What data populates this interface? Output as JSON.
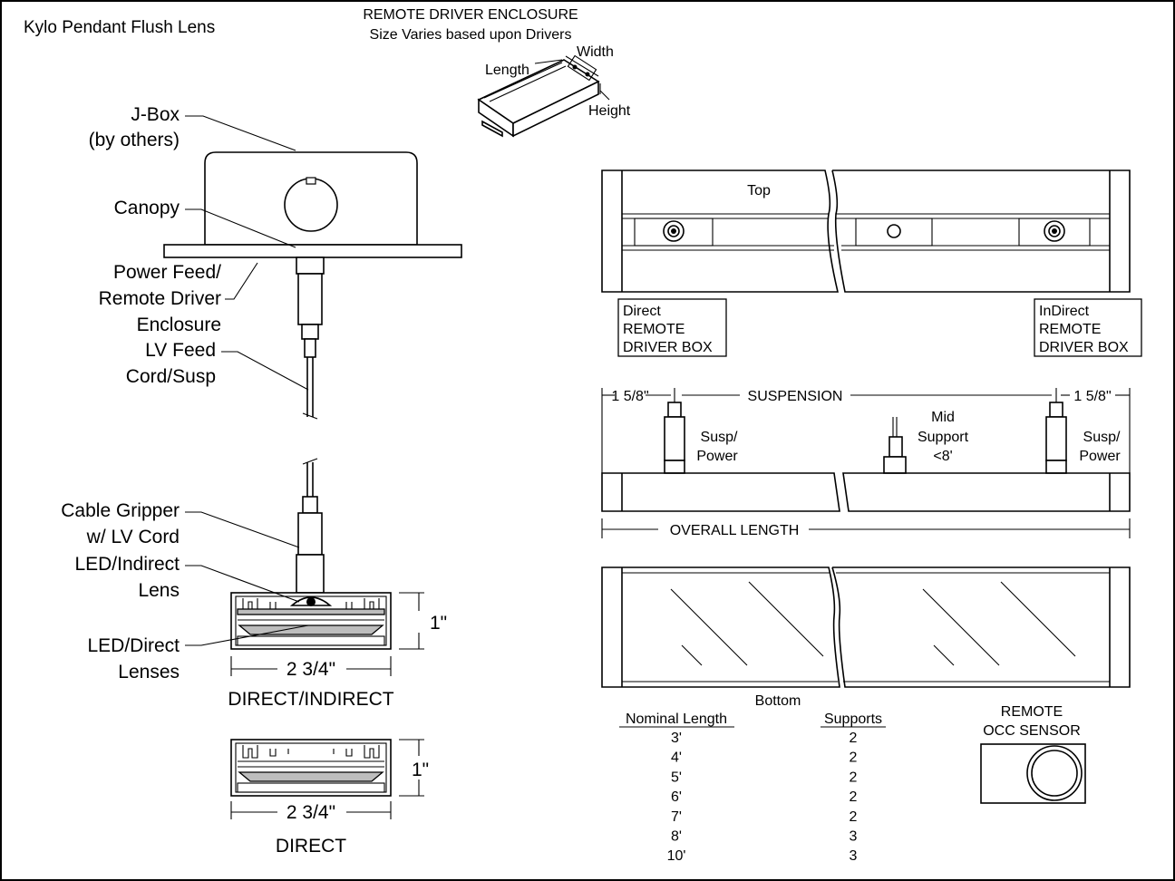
{
  "title": "Kylo Pendant Flush Lens",
  "enclosure": {
    "heading": "REMOTE DRIVER ENCLOSURE",
    "subheading": "Size Varies based upon Drivers",
    "length": "Length",
    "width": "Width",
    "height": "Height"
  },
  "callouts": {
    "jbox_1": "J-Box",
    "jbox_2": "(by others)",
    "canopy": "Canopy",
    "power_1": "Power Feed/",
    "power_2": "Remote Driver",
    "power_3": "Enclosure",
    "lv_1": "LV Feed",
    "lv_2": "Cord/Susp",
    "gripper_1": "Cable Gripper",
    "gripper_2": "w/ LV Cord",
    "indirect_1": "LED/Indirect",
    "indirect_2": "Lens",
    "direct_1": "LED/Direct",
    "direct_2": "Lenses"
  },
  "sections": {
    "di_width": "2 3/4\"",
    "di_height": "1\"",
    "di_label": "DIRECT/INDIRECT",
    "d_width": "2 3/4\"",
    "d_height": "1\"",
    "d_label": "DIRECT"
  },
  "top_view": {
    "label": "Top",
    "direct_box_1": "Direct",
    "direct_box_2": "REMOTE",
    "direct_box_3": "DRIVER BOX",
    "indirect_box_1": "InDirect",
    "indirect_box_2": "REMOTE",
    "indirect_box_3": "DRIVER BOX"
  },
  "side_view": {
    "dim_left": "1 5/8\"",
    "dim_mid": "SUSPENSION",
    "dim_right": "1 5/8\"",
    "susp_left_1": "Susp/",
    "susp_left_2": "Power",
    "mid_1": "Mid",
    "mid_2": "Support",
    "mid_3": "<8'",
    "susp_right_1": "Susp/",
    "susp_right_2": "Power",
    "overall": "OVERALL LENGTH"
  },
  "bottom_view": {
    "label": "Bottom"
  },
  "supports_table": {
    "col1": "Nominal Length",
    "col2": "Supports",
    "rows": [
      {
        "length": "3'",
        "supports": "2"
      },
      {
        "length": "4'",
        "supports": "2"
      },
      {
        "length": "5'",
        "supports": "2"
      },
      {
        "length": "6'",
        "supports": "2"
      },
      {
        "length": "7'",
        "supports": "2"
      },
      {
        "length": "8'",
        "supports": "3"
      },
      {
        "length": "10'",
        "supports": "3"
      }
    ]
  },
  "sensor": {
    "label_1": "REMOTE",
    "label_2": "OCC SENSOR"
  }
}
